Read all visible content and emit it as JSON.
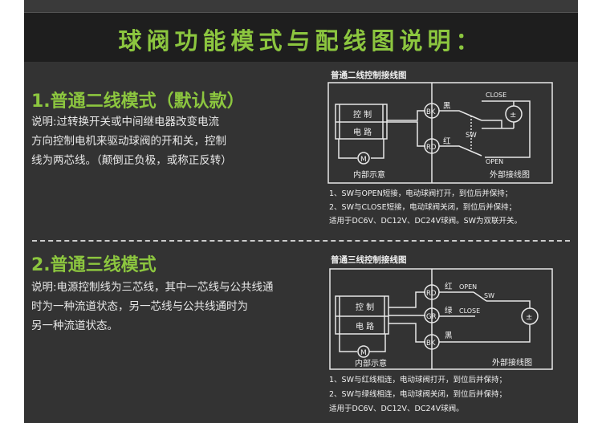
{
  "title": "球阀功能模式与配线图说明：",
  "section1": {
    "heading": "1.普通二线模式（默认款）",
    "desc": [
      "说明:过转换开关或中间继电器改变电流",
      "方向控制电机来驱动球阀的开和关，控制",
      "线为两芯线。（颠倒正负极，或称正反转）"
    ],
    "diagram": {
      "title": "普通二线控制接线图",
      "control": "控 制",
      "circuit": "电 路",
      "motor": "M",
      "internal": "内部示意",
      "external": "外部接线图",
      "bk": "BK",
      "rd": "RD",
      "black": "黑",
      "red": "红",
      "sw": "SW",
      "close": "CLOSE",
      "open": "OPEN",
      "power": "±"
    },
    "notes": [
      "1、SW与OPEN短接，电动球阀打开，到位后并保持；",
      "2、SW与CLOSE短接，电动球阀关闭，到位后并保持；",
      "适用于DC6V、DC12V、DC24V球阀。SW为双联开关。"
    ]
  },
  "section2": {
    "heading": "2.普通三线模式",
    "desc": [
      "说明:电源控制线为三芯线，其中一芯线与公共线通",
      "时为一种流道状态，另一芯线与公共线通时为",
      "另一种流道状态。"
    ],
    "diagram": {
      "title": "普通三线控制接线图",
      "control": "控 制",
      "circuit": "电 路",
      "motor": "M",
      "internal": "内部示意",
      "external": "外部接线图",
      "rd": "RD",
      "gr": "GR",
      "bk": "BK",
      "red": "红",
      "green": "绿",
      "black": "黑",
      "open": "OPEN",
      "close": "CLOSE",
      "sw": "SW",
      "power": "±"
    },
    "notes": [
      "1、SW与红线相连，电动球阀打开，到位后并保持；",
      "2、SW与绿线相连，电动球阀关闭，到位后并保持；",
      "适用于DC6V、DC12V、DC24V球阀。"
    ]
  }
}
